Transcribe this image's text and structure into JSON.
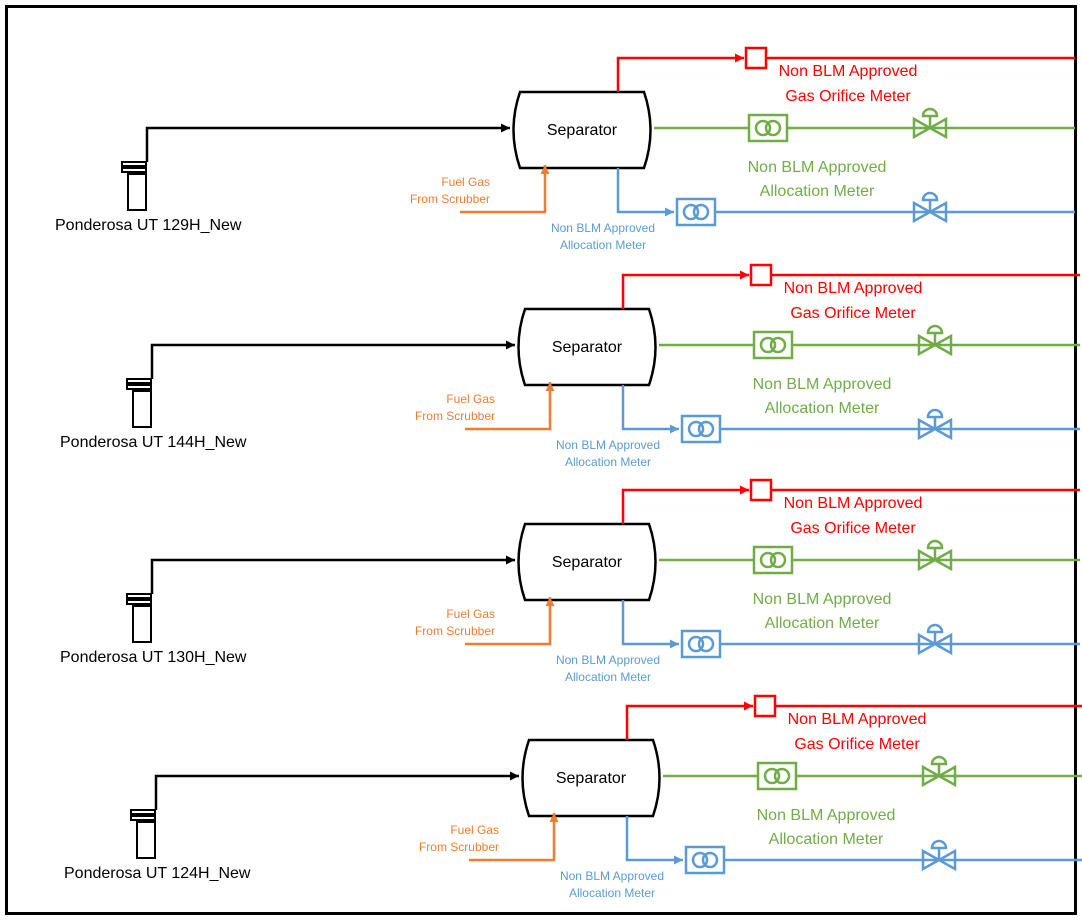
{
  "colors": {
    "frame": "#000000",
    "gas_line": "#ff0000",
    "allocation_line": "#70ad47",
    "water_line": "#5b9bd5",
    "fuel_line": "#ed7d31",
    "background": "#ffffff"
  },
  "icons": {
    "wellhead": "wellhead-icon",
    "separator": "separator-vessel-icon",
    "orifice_meter": "orifice-meter-icon",
    "allocation_meter": "allocation-meter-icon",
    "control_valve": "control-valve-icon"
  },
  "units": [
    {
      "well_name": "Ponderosa UT 129H_New",
      "separator_label": "Separator",
      "gas_meter_label": [
        "Non BLM Approved",
        "Gas Orifice Meter"
      ],
      "allocation_meter_label": [
        "Non BLM Approved",
        "Allocation Meter"
      ],
      "fuel_gas_label": [
        "Fuel Gas",
        "From Scrubber"
      ],
      "lower_meter_label": [
        "Non BLM Approved",
        "Allocation Meter"
      ]
    },
    {
      "well_name": "Ponderosa UT 144H_New",
      "separator_label": "Separator",
      "gas_meter_label": [
        "Non BLM Approved",
        "Gas Orifice Meter"
      ],
      "allocation_meter_label": [
        "Non BLM Approved",
        "Allocation Meter"
      ],
      "fuel_gas_label": [
        "Fuel Gas",
        "From Scrubber"
      ],
      "lower_meter_label": [
        "Non BLM Approved",
        "Allocation Meter"
      ]
    },
    {
      "well_name": "Ponderosa UT 130H_New",
      "separator_label": "Separator",
      "gas_meter_label": [
        "Non BLM Approved",
        "Gas Orifice Meter"
      ],
      "allocation_meter_label": [
        "Non BLM Approved",
        "Allocation Meter"
      ],
      "fuel_gas_label": [
        "Fuel Gas",
        "From Scrubber"
      ],
      "lower_meter_label": [
        "Non BLM Approved",
        "Allocation Meter"
      ]
    },
    {
      "well_name": "Ponderosa UT 124H_New",
      "separator_label": "Separator",
      "gas_meter_label": [
        "Non BLM Approved",
        "Gas Orifice Meter"
      ],
      "allocation_meter_label": [
        "Non BLM Approved",
        "Allocation Meter"
      ],
      "fuel_gas_label": [
        "Fuel Gas",
        "From Scrubber"
      ],
      "lower_meter_label": [
        "Non BLM Approved",
        "Allocation Meter"
      ]
    }
  ]
}
